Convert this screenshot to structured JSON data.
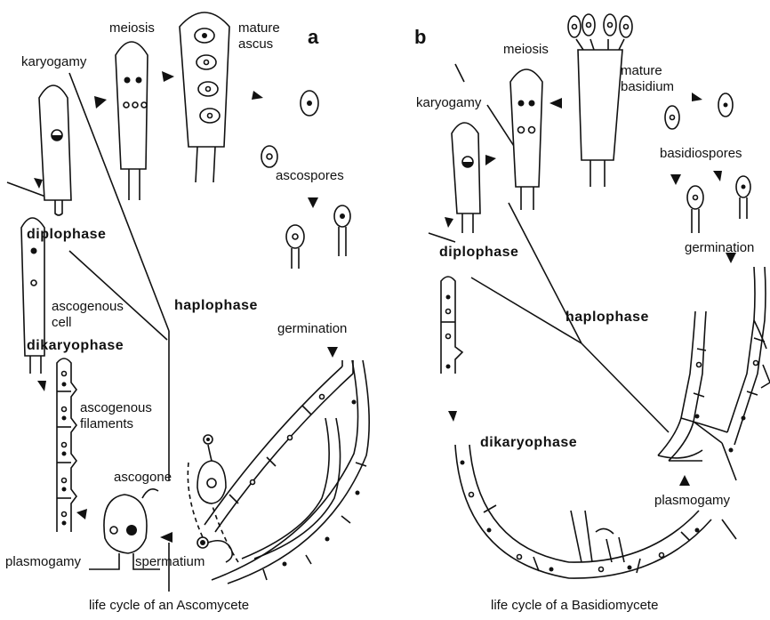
{
  "panels": {
    "a": "a",
    "b": "b"
  },
  "ascomycete": {
    "meiosis": "meiosis",
    "karyogamy": "karyogamy",
    "mature_ascus_1": "mature",
    "mature_ascus_2": "ascus",
    "ascospores": "ascospores",
    "diplophase": "diplophase",
    "haplophase": "haplophase",
    "ascogenous_cell_1": "ascogenous",
    "ascogenous_cell_2": "cell",
    "dikaryophase": "dikaryophase",
    "germination": "germination",
    "ascogenous_filaments_1": "ascogenous",
    "ascogenous_filaments_2": "filaments",
    "ascogone": "ascogone",
    "plasmogamy": "plasmogamy",
    "spermatium": "spermatium",
    "caption": "life cycle of an Ascomycete"
  },
  "basidiomycete": {
    "meiosis": "meiosis",
    "karyogamy": "karyogamy",
    "mature_basidium_1": "mature",
    "mature_basidium_2": "basidium",
    "basidiospores": "basidiospores",
    "diplophase": "diplophase",
    "haplophase": "haplophase",
    "germination": "germination",
    "dikaryophase": "dikaryophase",
    "plasmogamy": "plasmogamy",
    "caption": "life cycle of a Basidiomycete"
  }
}
